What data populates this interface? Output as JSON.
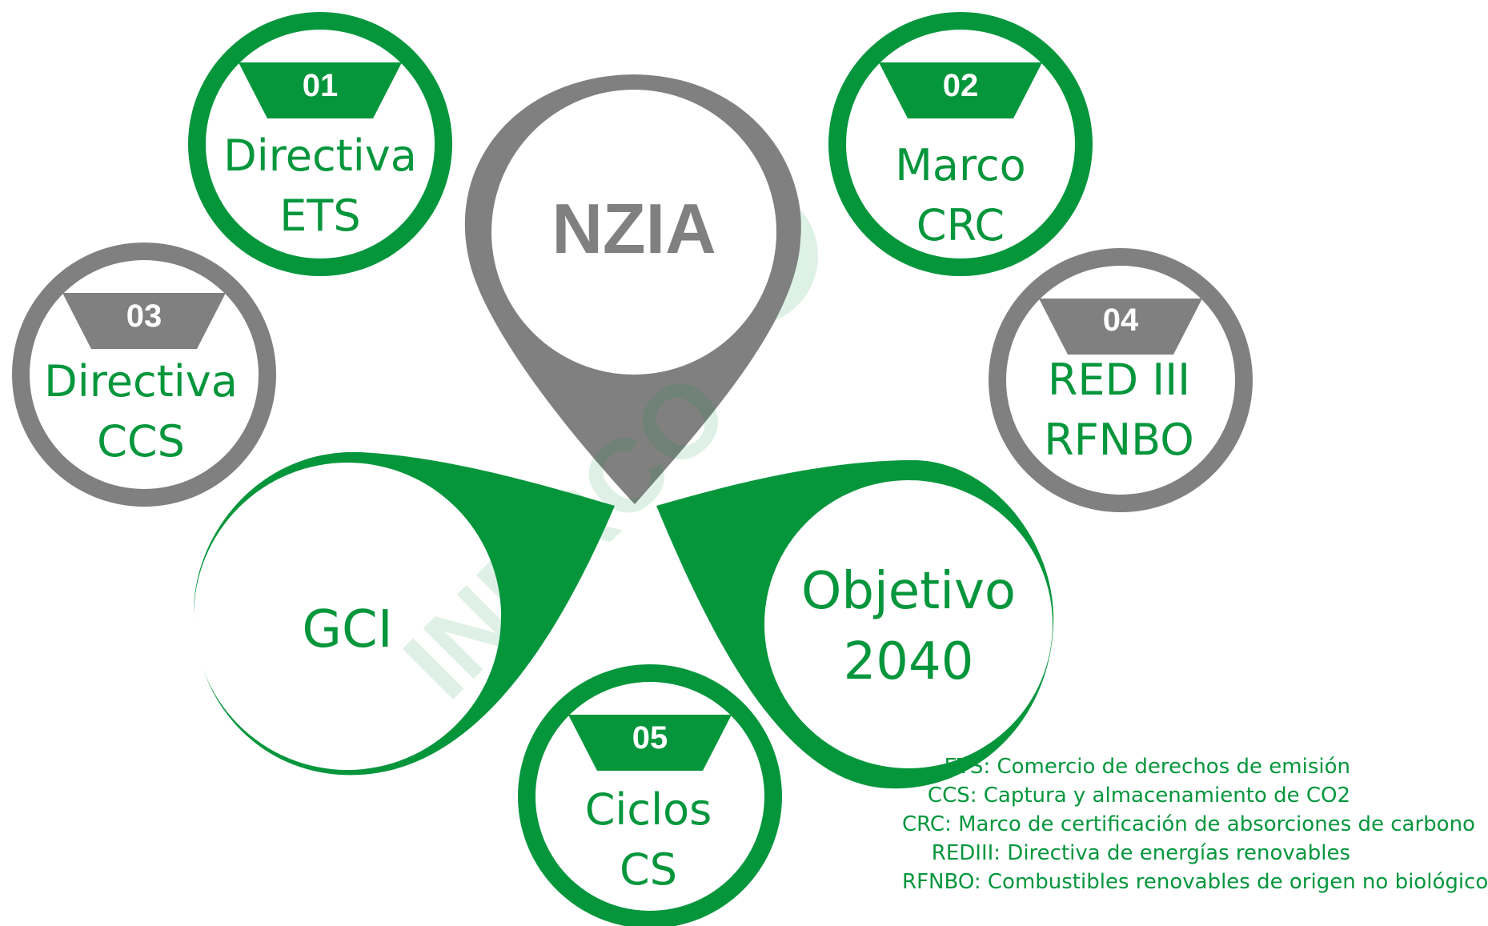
{
  "colors": {
    "green": "#05963c",
    "gray": "#808080",
    "white": "#ffffff"
  },
  "watermark": "INERCO",
  "center": {
    "label": "NZIA"
  },
  "drops": {
    "left": {
      "label": "GCI"
    },
    "right": {
      "line1": "Objetivo",
      "line2": "2040"
    }
  },
  "badges": [
    {
      "number": "01",
      "line1": "Directiva",
      "line2": "ETS"
    },
    {
      "number": "02",
      "line1": "Marco",
      "line2": "CRC"
    },
    {
      "number": "03",
      "line1": "Directiva",
      "line2": "CCS"
    },
    {
      "number": "04",
      "line1": "RED III",
      "line2": "RFNBO"
    },
    {
      "number": "05",
      "line1": "Ciclos",
      "line2": "CS"
    }
  ],
  "legend": [
    "ETS: Comercio de derechos de emisión",
    "CCS: Captura y almacenamiento de CO2",
    "CRC: Marco de certificación de absorciones de carbono",
    "REDIII: Directiva de energías renovables",
    "RFNBO: Combustibles renovables de origen no biológico"
  ]
}
